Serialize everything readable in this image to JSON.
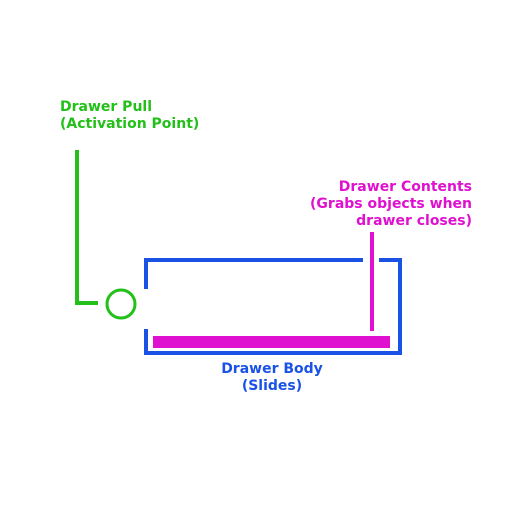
{
  "labels": {
    "drawer_pull": {
      "line1": "Drawer Pull",
      "line2": "(Activation Point)"
    },
    "drawer_contents": {
      "line1": "Drawer Contents",
      "line2": "(Grabs objects when",
      "line3": "drawer closes)"
    },
    "drawer_body": {
      "line1": "Drawer Body",
      "line2": "(Slides)"
    }
  },
  "colors": {
    "pull": "#22c018",
    "contents": "#e010d0",
    "body": "#1a52e6"
  }
}
